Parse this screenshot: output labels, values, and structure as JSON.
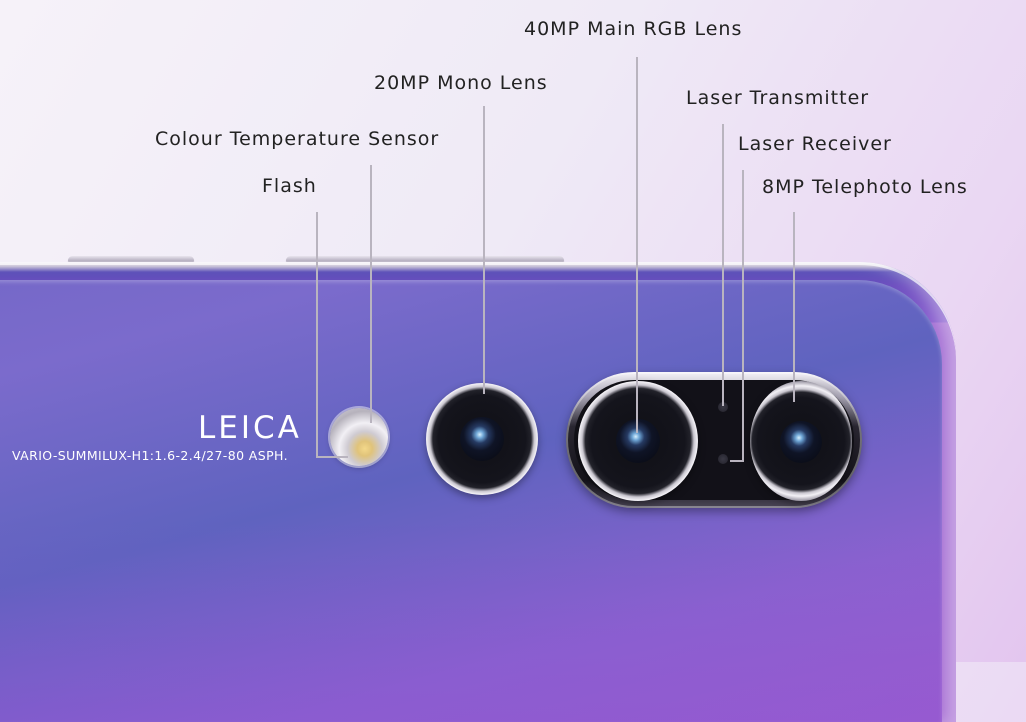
{
  "labels": {
    "main_rgb": "40MP Main RGB Lens",
    "mono": "20MP Mono Lens",
    "laser_transmitter": "Laser Transmitter",
    "laser_receiver": "Laser Receiver",
    "telephoto": "8MP Telephoto Lens",
    "colour_sensor": "Colour Temperature Sensor",
    "flash": "Flash"
  },
  "brand": {
    "name": "LEICA",
    "spec": "VARIO-SUMMILUX-H1:1.6-2.4/27-80 ASPH."
  },
  "colors": {
    "background": "#efeaf6",
    "phone_body": "#7a6ccb",
    "text": "#222222",
    "leader_line": "#b9b4bf"
  }
}
